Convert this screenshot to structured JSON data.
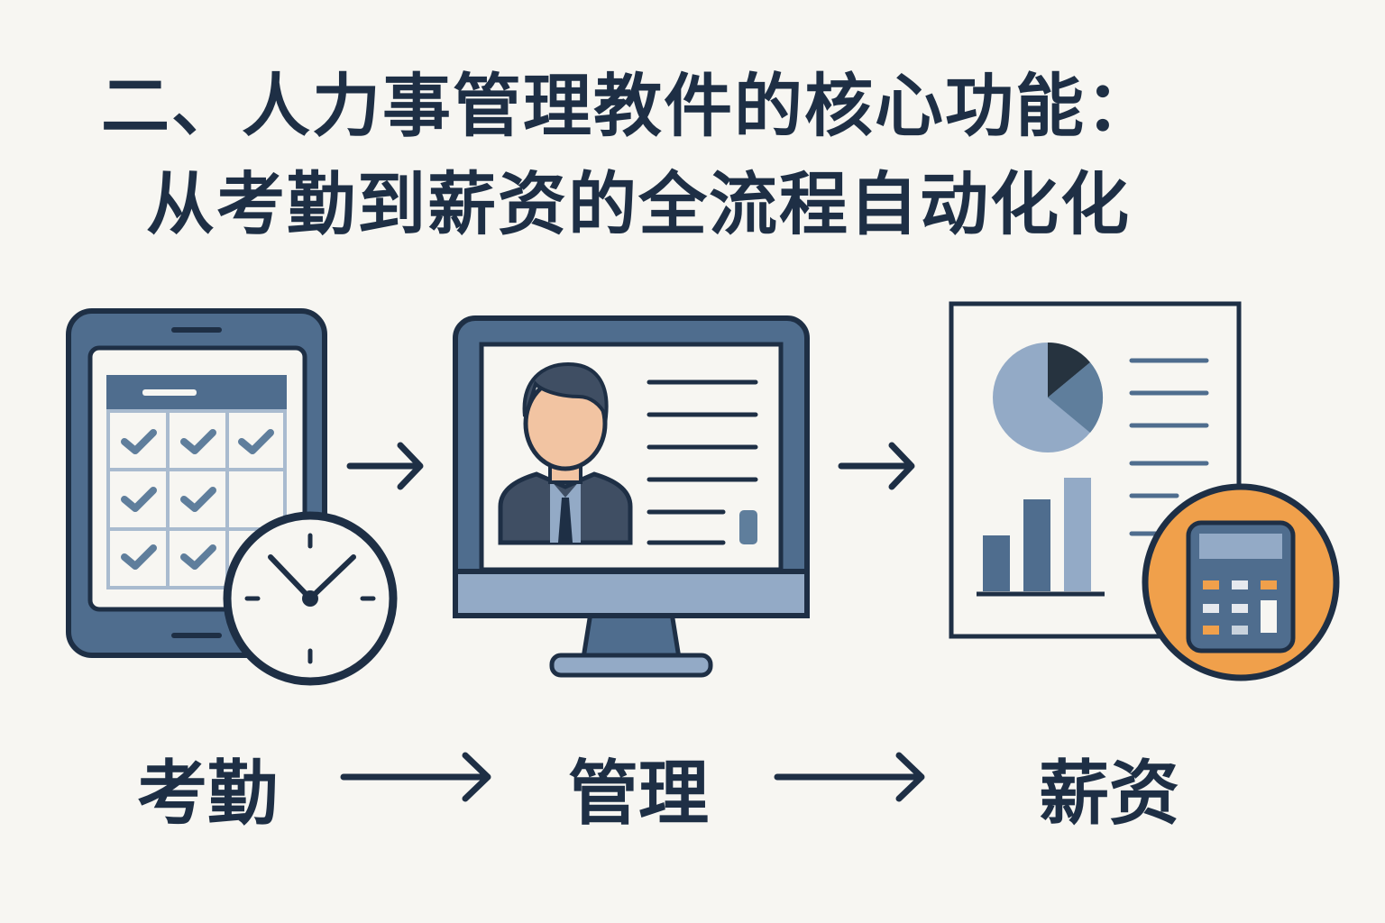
{
  "title": {
    "line1": "二、人力事管理教件的核心功能：",
    "line2": "从考勤到薪资的全流程自动化化"
  },
  "steps": [
    {
      "label": "考勤",
      "icon": "tablet-calendar-clock-icon"
    },
    {
      "label": "管理",
      "icon": "monitor-employee-profile-icon"
    },
    {
      "label": "薪资",
      "icon": "report-chart-calculator-icon"
    }
  ],
  "colors": {
    "background": "#f7f6f2",
    "dark_navy": "#1e2f45",
    "steel_blue": "#4f6d8e",
    "light_blue": "#93aac6",
    "skin": "#f2c4a2",
    "accent_orange": "#f0a04b"
  }
}
